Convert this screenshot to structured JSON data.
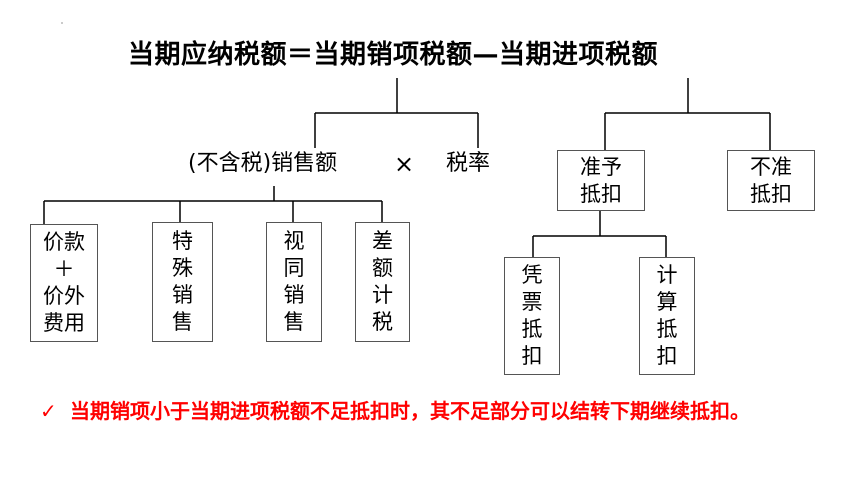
{
  "formula": "当期应纳税额＝当期销项税额—当期进项税额",
  "left_branch": {
    "base_label": "(不含税)销售额",
    "times_sign": "×",
    "rate_label": "税率",
    "items": [
      "价款\n＋\n价外\n费用",
      "特\n殊\n销\n售",
      "视\n同\n销\n售",
      "差\n额\n计\n税"
    ]
  },
  "right_branch": {
    "allowed": "准予\n抵扣",
    "not_allowed": "不准\n抵扣",
    "items": [
      "凭\n票\n抵\n扣",
      "计\n算\n抵\n扣"
    ]
  },
  "note": {
    "icon": "check-icon",
    "mark": "✓",
    "text": "当期销项小于当期进项税额不足抵扣时，其不足部分可以结转下期继续抵扣。"
  }
}
